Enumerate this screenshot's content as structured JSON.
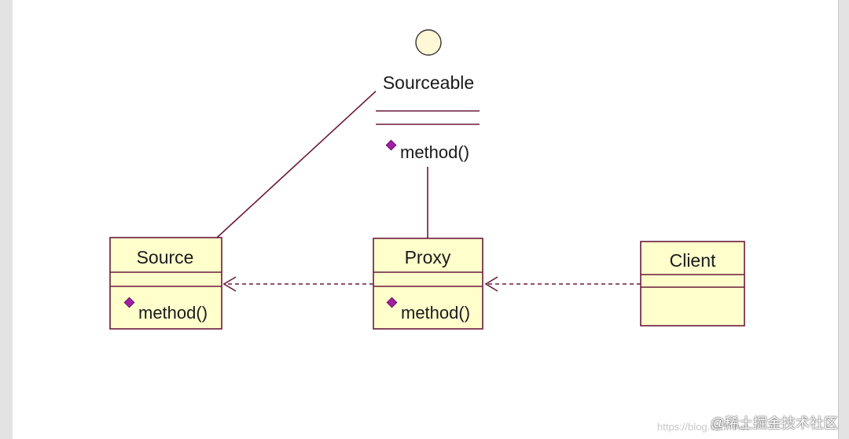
{
  "diagram": {
    "interface": {
      "name": "Sourceable",
      "operations": [
        "method()"
      ]
    },
    "classes": [
      {
        "id": "source",
        "name": "Source",
        "operations": [
          "method()"
        ]
      },
      {
        "id": "proxy",
        "name": "Proxy",
        "operations": [
          "method()"
        ]
      },
      {
        "id": "client",
        "name": "Client",
        "operations": []
      }
    ],
    "relations": [
      {
        "from": "Source",
        "to": "Sourceable",
        "type": "realization"
      },
      {
        "from": "Proxy",
        "to": "Sourceable",
        "type": "realization"
      },
      {
        "from": "Proxy",
        "to": "Source",
        "type": "dependency"
      },
      {
        "from": "Client",
        "to": "Proxy",
        "type": "dependency"
      }
    ]
  },
  "colors": {
    "class_fill": "#ffffcc",
    "class_border": "#6b1a3c",
    "line": "#6b1a3c",
    "interface_fill": "#fff8d6",
    "operation_icon": "#a020a0"
  },
  "watermark": "@稀土掘金技术社区",
  "faint_url": "https://blog.csdn.net"
}
